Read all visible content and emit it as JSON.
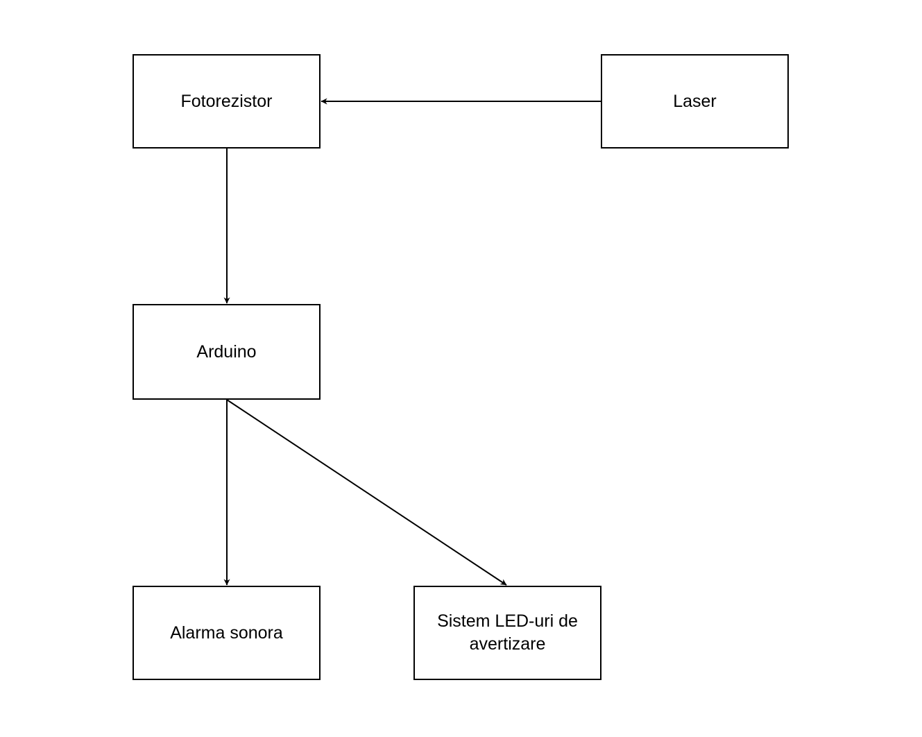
{
  "diagram": {
    "nodes": [
      {
        "id": "fotorezistor",
        "label": "Fotorezistor"
      },
      {
        "id": "laser",
        "label": "Laser"
      },
      {
        "id": "arduino",
        "label": "Arduino"
      },
      {
        "id": "alarma",
        "label": "Alarma sonora"
      },
      {
        "id": "led",
        "label": "Sistem LED-uri de avertizare"
      }
    ],
    "edges": [
      {
        "from": "laser",
        "to": "fotorezistor"
      },
      {
        "from": "fotorezistor",
        "to": "arduino"
      },
      {
        "from": "arduino",
        "to": "alarma"
      },
      {
        "from": "arduino",
        "to": "led"
      }
    ],
    "colors": {
      "line": "#000000",
      "box_border": "#000000",
      "background": "#ffffff"
    }
  }
}
